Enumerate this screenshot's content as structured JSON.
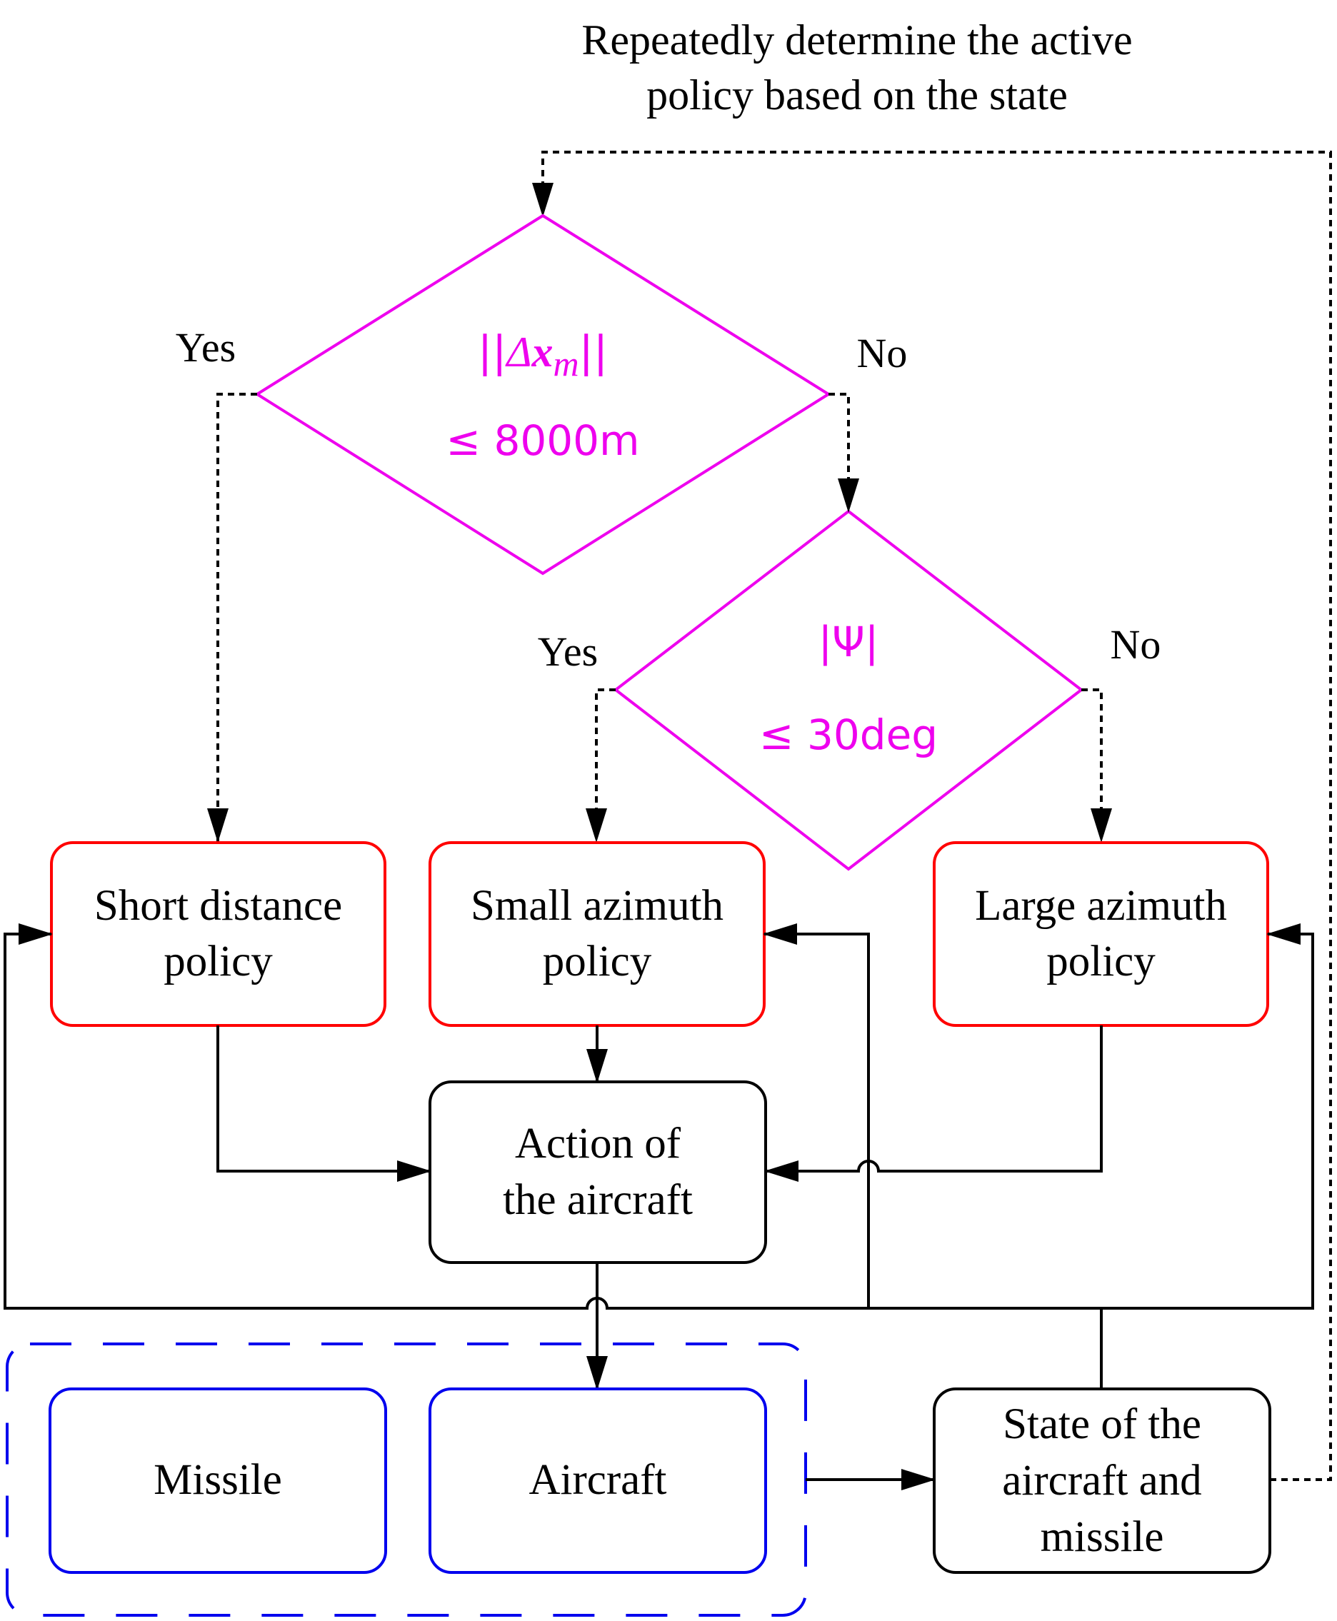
{
  "header": {
    "line1": "Repeatedly determine the active",
    "line2": "policy based on the state"
  },
  "decision1": {
    "norm_left": "||",
    "delta": "Δ",
    "x": "x",
    "subscript": "m",
    "norm_right": "||",
    "condition": "≤ 8000m",
    "yes_label": "Yes",
    "no_label": "No"
  },
  "decision2": {
    "expression": "|Ψ|",
    "condition": "≤ 30deg",
    "yes_label": "Yes",
    "no_label": "No"
  },
  "policies": {
    "short": {
      "line1": "Short distance",
      "line2": "policy"
    },
    "small": {
      "line1": "Small azimuth",
      "line2": "policy"
    },
    "large": {
      "line1": "Large azimuth",
      "line2": "policy"
    }
  },
  "action": {
    "line1": "Action of",
    "line2": "the aircraft"
  },
  "environment": {
    "missile": "Missile",
    "aircraft": "Aircraft"
  },
  "state": {
    "line1": "State of the",
    "line2": "aircraft and",
    "line3": "missile"
  },
  "colors": {
    "decision": "#ee00ee",
    "policy": "#ff0000",
    "environment": "#0000ee",
    "line": "#000000"
  }
}
